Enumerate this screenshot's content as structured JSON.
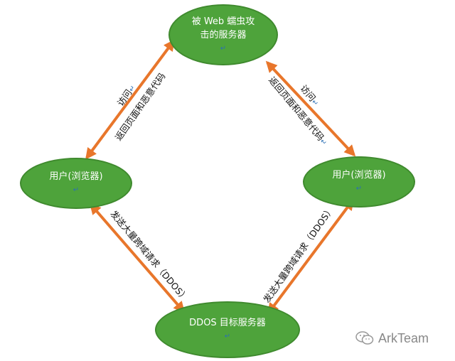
{
  "nodes": {
    "server": {
      "line1": "被 Web 蠕虫攻",
      "line2": "击的服务器"
    },
    "user_left": {
      "label": "用户(浏览器)"
    },
    "user_right": {
      "label": "用户(浏览器)"
    },
    "ddos_target": {
      "label": "DDOS 目标服务器"
    }
  },
  "edges": {
    "left_visit": "访问",
    "left_return": "返回页面和恶意代码",
    "right_visit": "访问",
    "right_return": "返回页面和恶意代码",
    "left_request": "发送大量跨域请求（DDOS）",
    "right_request": "发送大量跨域请求（DDOS）"
  },
  "watermark": {
    "text": "ArkTeam"
  },
  "colors": {
    "node_fill": "#4ea33b",
    "node_border": "#3f8a2e",
    "arrow": "#e8762b"
  }
}
